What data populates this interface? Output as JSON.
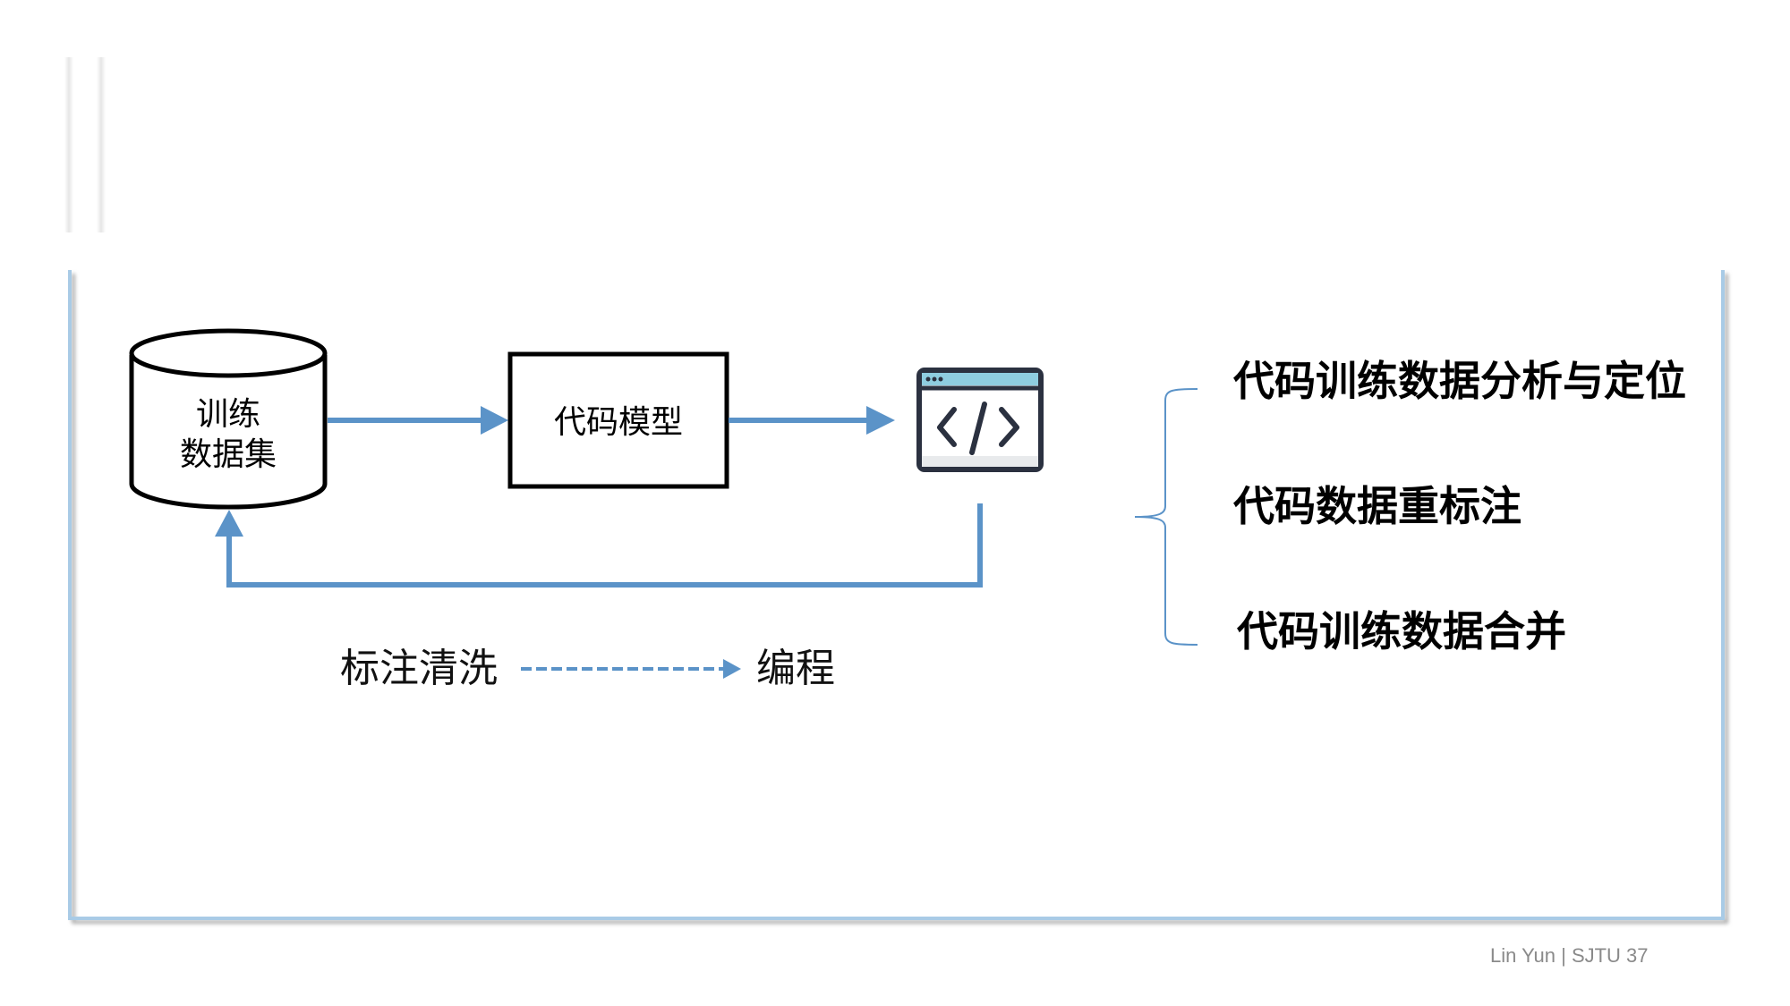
{
  "slide": {
    "footer": "Lin Yun | SJTU 37"
  },
  "diagram": {
    "nodes": {
      "dataset": {
        "line1": "训练",
        "line2": "数据集"
      },
      "model": {
        "label": "代码模型"
      },
      "code_output": {
        "icon": "code-window-icon"
      }
    },
    "edges": [
      {
        "from": "dataset",
        "to": "model",
        "style": "solid"
      },
      {
        "from": "model",
        "to": "code_output",
        "style": "solid"
      },
      {
        "from": "code_output",
        "to": "dataset",
        "style": "solid",
        "route": "feedback-loop"
      }
    ],
    "legend": {
      "from_label": "标注清洗",
      "to_label": "编程",
      "style": "dashed"
    },
    "brace_items": [
      "代码训练数据分析与定位",
      "代码数据重标注",
      "代码训练数据合并"
    ],
    "colors": {
      "arrow": "#5B93C8",
      "frame_border": "#A9CBE6",
      "icon_dark": "#2B3140",
      "icon_titlebar": "#8ECDE0"
    }
  }
}
